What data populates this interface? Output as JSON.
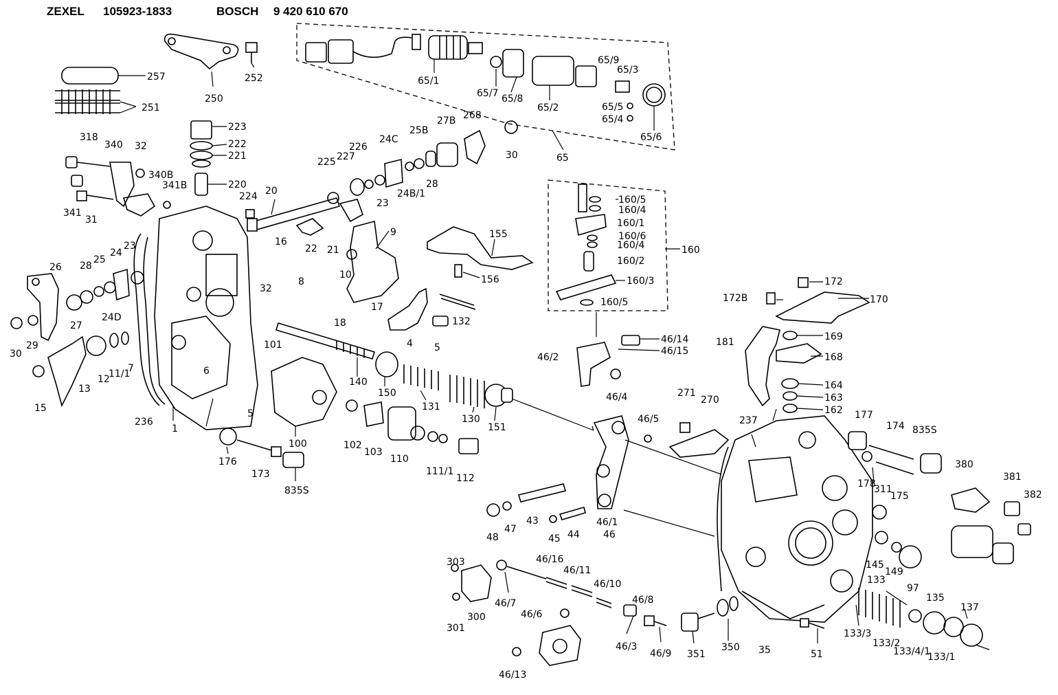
{
  "header": {
    "brand": "ZEXEL",
    "zexel_number": "105923-1833",
    "oem": "BOSCH",
    "bosch_number": "9 420 610 670"
  },
  "labels": {
    "l257": "257",
    "l252": "252",
    "l250": "250",
    "l251": "251",
    "l65_1": "65/1",
    "l65_7": "65/7",
    "l65_8": "65/8",
    "l65_2": "65/2",
    "l65_9": "65/9",
    "l65_3": "65/3",
    "l65_5": "65/5",
    "l65_4": "65/4",
    "l65_6": "65/6",
    "l65": "65",
    "l223": "223",
    "l222": "222",
    "l221": "221",
    "l220": "220",
    "l224": "224",
    "l318": "318",
    "l340": "340",
    "l32a": "32",
    "l340b": "340B",
    "l341b": "341B",
    "l341": "341",
    "l31": "31",
    "l225": "225",
    "l227": "227",
    "l226": "226",
    "l24c": "24C",
    "l25b": "25B",
    "l27b": "27B",
    "l268": "268",
    "l30a": "30",
    "l23a": "23",
    "l24b1": "24B/1",
    "l28a": "28",
    "l20": "20",
    "l22": "22",
    "l21": "21",
    "l9": "9",
    "l155": "155",
    "l156": "156",
    "l10": "10",
    "l17": "17",
    "l16": "16",
    "l8": "8",
    "l18": "18",
    "l32b": "32",
    "l26": "26",
    "l28b": "28",
    "l25": "25",
    "l24": "24",
    "l23b": "23",
    "l27": "27",
    "l24d": "24D",
    "l29": "29",
    "l30b": "30",
    "l13": "13",
    "l12": "12",
    "l11_1": "11/1",
    "l7": "7",
    "l15": "15",
    "l236": "236",
    "l1": "1",
    "l101": "101",
    "l6": "6",
    "l5a": "5",
    "l100": "100",
    "l140": "140",
    "l150": "150",
    "l131": "131",
    "l130": "130",
    "l151": "151",
    "l132": "132",
    "l4": "4",
    "l5b": "5",
    "l102": "102",
    "l103": "103",
    "l110": "110",
    "l111_1": "111/1",
    "l112": "112",
    "l176": "176",
    "l173": "173",
    "l835s_a": "835S",
    "l160_5a": "160/5",
    "l160_4a": "160/4",
    "l160_1": "160/1",
    "l160_6": "160/6",
    "l160_4b": "160/4",
    "l160_2": "160/2",
    "l160_3": "160/3",
    "l160_5b": "160/5",
    "l160": "160",
    "l172b": "172B",
    "l172": "172",
    "l170": "170",
    "l181": "181",
    "l169": "169",
    "l168": "168",
    "l164": "164",
    "l163": "163",
    "l162": "162",
    "l46_14": "46/14",
    "l46_15": "46/15",
    "l46_2": "46/2",
    "l46_4": "46/4",
    "l46_5": "46/5",
    "l271": "271",
    "l270": "270",
    "l237": "237",
    "l177": "177",
    "l174": "174",
    "l835s_b": "835S",
    "l380": "380",
    "l381": "381",
    "l382": "382",
    "l178": "178",
    "l175": "175",
    "l311": "311",
    "l145": "145",
    "l149": "149",
    "l97": "97",
    "l48": "48",
    "l47": "47",
    "l43": "43",
    "l45": "45",
    "l44": "44",
    "l46_1": "46/1",
    "l46": "46",
    "l303": "303",
    "l300": "300",
    "l301": "301",
    "l46_7": "46/7",
    "l46_16": "46/16",
    "l46_11": "46/11",
    "l46_10": "46/10",
    "l46_8": "46/8",
    "l46_6": "46/6",
    "l46_3": "46/3",
    "l46_9": "46/9",
    "l46_13": "46/13",
    "l351": "351",
    "l350": "350",
    "l35": "35",
    "l51": "51",
    "l133": "133",
    "l133_3": "133/3",
    "l133_2": "133/2",
    "l133_4_1": "133/4/1",
    "l135": "135",
    "l137": "137",
    "l133_1": "133/1"
  },
  "colors": {
    "ink": "#000000",
    "paper": "#ffffff"
  }
}
